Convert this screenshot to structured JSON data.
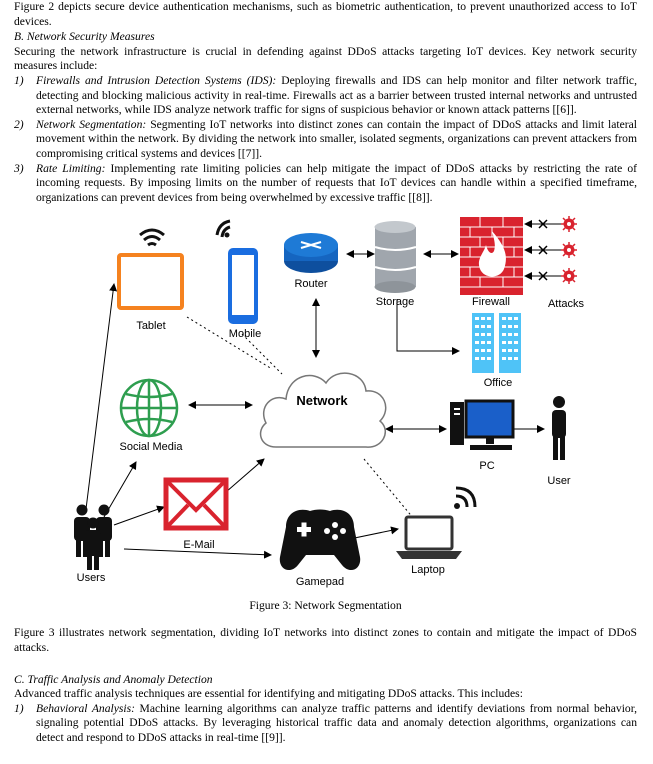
{
  "intro_text": "Figure 2 depicts secure device authentication mechanisms, such as biometric authentication, to prevent unauthorized access to IoT devices.",
  "section_b": {
    "heading": "B.   Network Security Measures",
    "intro": "Securing the network infrastructure is crucial in defending against DDoS attacks targeting IoT devices. Key network security measures include:",
    "items": [
      {
        "num": "1)",
        "term": "Firewalls and Intrusion Detection Systems (IDS):",
        "text": " Deploying firewalls and IDS can help monitor and filter network traffic, detecting and blocking malicious activity in real-time. Firewalls act as a barrier between trusted internal networks and untrusted external networks, while IDS analyze network traffic for signs of suspicious behavior or known attack patterns [[6]]."
      },
      {
        "num": "2)",
        "term": "Network Segmentation:",
        "text": " Segmenting IoT networks into distinct zones can contain the impact of DDoS attacks and limit lateral movement within the network. By dividing the network into smaller, isolated segments, organizations can prevent attackers from compromising critical systems and devices [[7]]."
      },
      {
        "num": "3)",
        "term": "Rate Limiting:",
        "text": " Implementing rate limiting policies can help mitigate the impact of DDoS attacks by restricting the rate of incoming requests. By imposing limits on the number of requests that IoT devices can handle within a specified timeframe, organizations can prevent devices from being overwhelmed by excessive traffic [[8]]."
      }
    ]
  },
  "figure": {
    "caption": "Figure 3: Network Segmentation",
    "labels": {
      "tablet": "Tablet",
      "mobile": "Mobile",
      "router": "Router",
      "storage": "Storage",
      "firewall": "Firewall",
      "attacks": "Attacks",
      "office": "Office",
      "network": "Network",
      "social_media": "Social Media",
      "pc": "PC",
      "user": "User",
      "email": "E-Mail",
      "gamepad": "Gamepad",
      "laptop": "Laptop",
      "users": "Users"
    },
    "colors": {
      "tablet_orange": "#f5821f",
      "mobile_blue": "#1a6de0",
      "router_blue": "#1565c0",
      "storage_gray": "#a0a6ad",
      "firewall_red": "#d9232e",
      "office_blue": "#4fc3f7",
      "social_green": "#2e9e4f",
      "email_red": "#d9232e",
      "icon_dark": "#111111"
    }
  },
  "after_figure": "Figure 3 illustrates network segmentation, dividing IoT networks into distinct zones to contain and mitigate the impact of DDoS attacks.",
  "section_c": {
    "heading": "C.   Traffic Analysis and Anomaly Detection",
    "intro": "Advanced traffic analysis techniques are essential for identifying and mitigating DDoS attacks. This includes:",
    "items": [
      {
        "num": "1)",
        "term": "Behavioral Analysis:",
        "text": " Machine learning algorithms can analyze traffic patterns and identify deviations from normal behavior, signaling potential DDoS attacks. By leveraging historical traffic data and anomaly detection algorithms, organizations can detect and respond to DDoS attacks in real-time [[9]]."
      }
    ]
  }
}
